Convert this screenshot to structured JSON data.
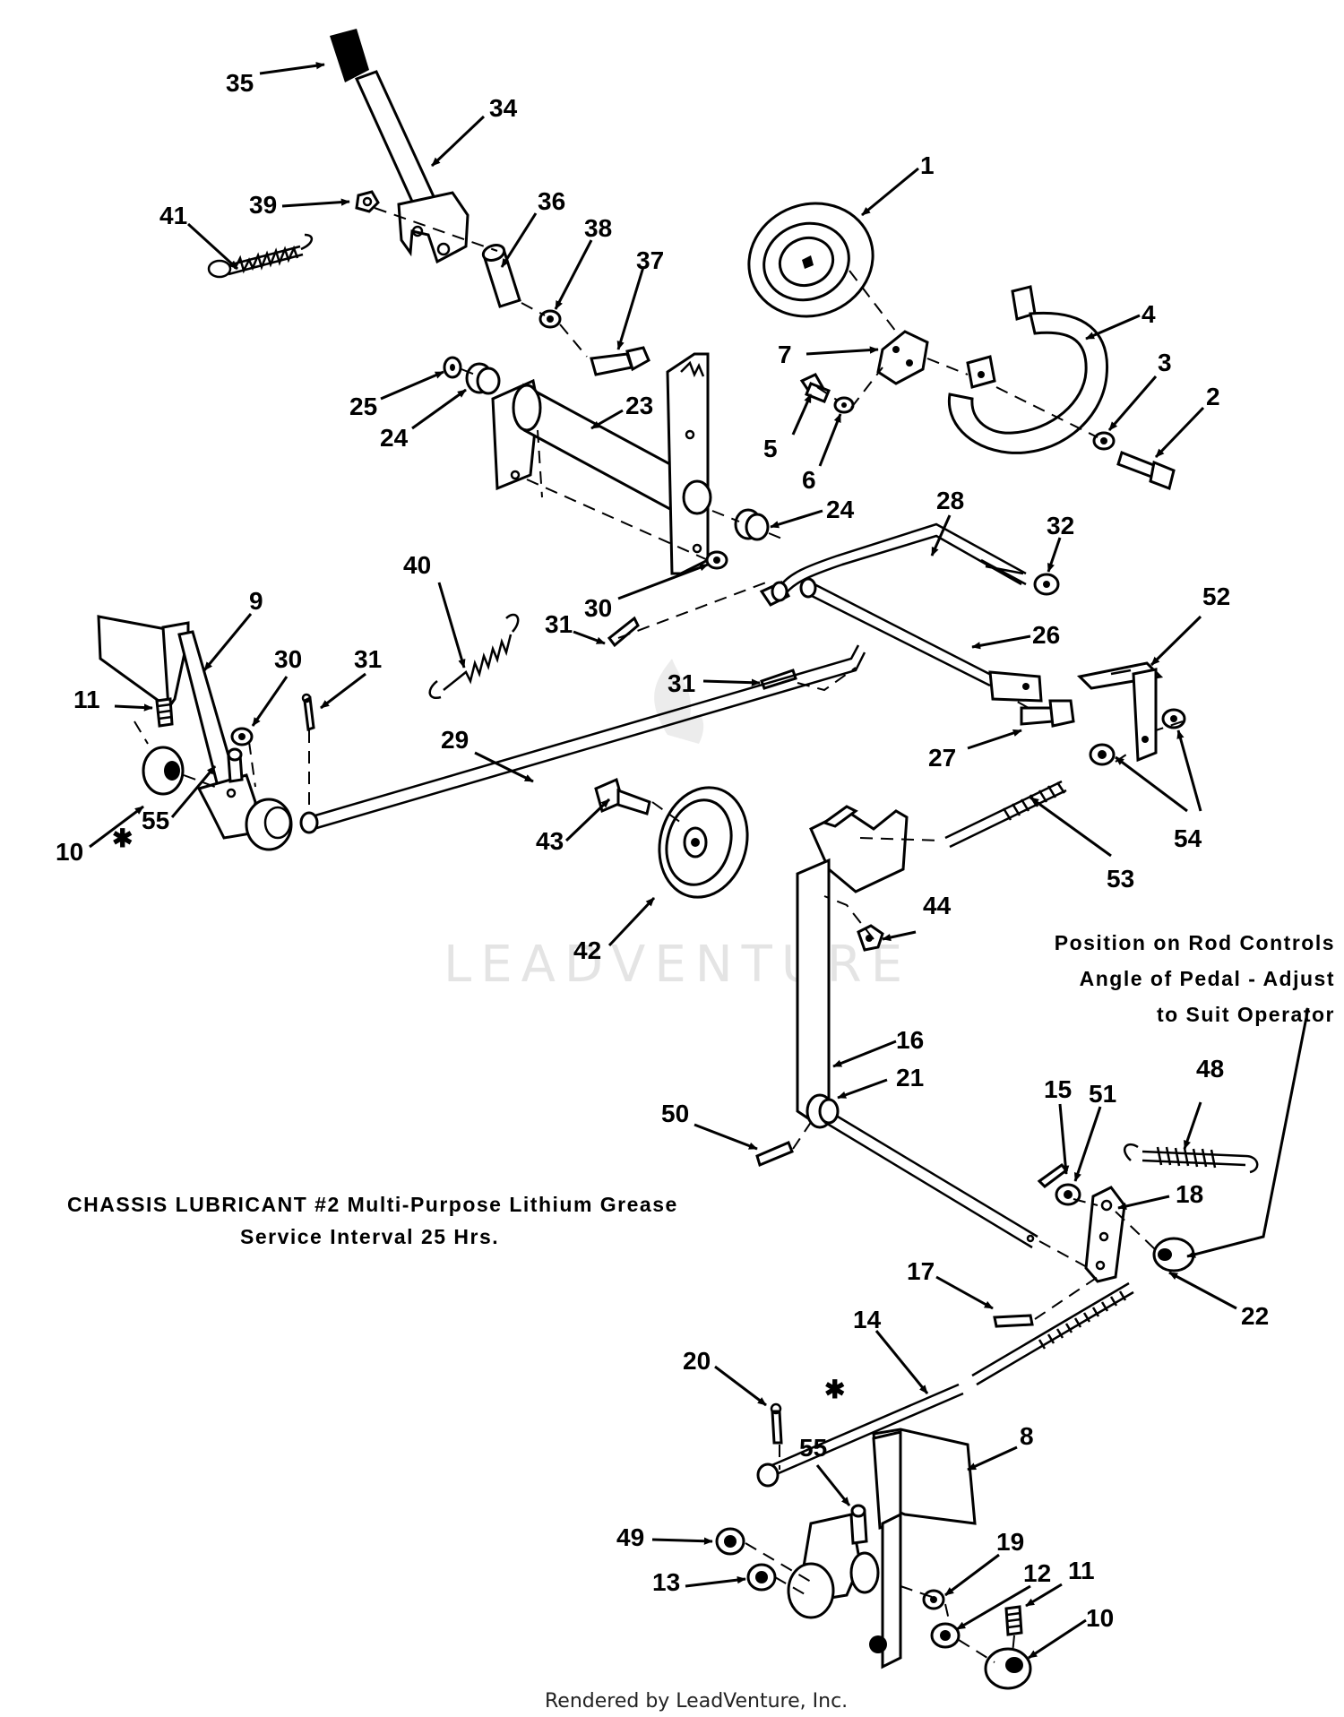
{
  "watermark": "LEADVENTURE",
  "footer": "Rendered by LeadVenture, Inc.",
  "note_position": [
    "Position on Rod Controls",
    "Angle of Pedal - Adjust",
    "to Suit Operator"
  ],
  "note_lubricant": [
    "CHASSIS LUBRICANT #2 Multi-Purpose Lithium Grease",
    "Service Interval 25 Hrs."
  ],
  "asterisk": "✱",
  "callouts": [
    {
      "id": "c35",
      "label": "35"
    },
    {
      "id": "c34",
      "label": "34"
    },
    {
      "id": "c39",
      "label": "39"
    },
    {
      "id": "c41",
      "label": "41"
    },
    {
      "id": "c36",
      "label": "36"
    },
    {
      "id": "c38",
      "label": "38"
    },
    {
      "id": "c37",
      "label": "37"
    },
    {
      "id": "c1",
      "label": "1"
    },
    {
      "id": "c4",
      "label": "4"
    },
    {
      "id": "c7",
      "label": "7"
    },
    {
      "id": "c3",
      "label": "3"
    },
    {
      "id": "c2",
      "label": "2"
    },
    {
      "id": "c25",
      "label": "25"
    },
    {
      "id": "c24a",
      "label": "24"
    },
    {
      "id": "c23",
      "label": "23"
    },
    {
      "id": "c5",
      "label": "5"
    },
    {
      "id": "c6",
      "label": "6"
    },
    {
      "id": "c24b",
      "label": "24"
    },
    {
      "id": "c28",
      "label": "28"
    },
    {
      "id": "c32",
      "label": "32"
    },
    {
      "id": "c40",
      "label": "40"
    },
    {
      "id": "c30a",
      "label": "30"
    },
    {
      "id": "c9",
      "label": "9"
    },
    {
      "id": "c31a",
      "label": "31"
    },
    {
      "id": "c31b",
      "label": "31"
    },
    {
      "id": "c26",
      "label": "26"
    },
    {
      "id": "c52",
      "label": "52"
    },
    {
      "id": "c30b",
      "label": "30"
    },
    {
      "id": "c31c",
      "label": "31"
    },
    {
      "id": "c11a",
      "label": "11"
    },
    {
      "id": "c29",
      "label": "29"
    },
    {
      "id": "c27",
      "label": "27"
    },
    {
      "id": "c54",
      "label": "54"
    },
    {
      "id": "c10a",
      "label": "10"
    },
    {
      "id": "c55a",
      "label": "55"
    },
    {
      "id": "c43",
      "label": "43"
    },
    {
      "id": "c53",
      "label": "53"
    },
    {
      "id": "c42",
      "label": "42"
    },
    {
      "id": "c44",
      "label": "44"
    },
    {
      "id": "c16",
      "label": "16"
    },
    {
      "id": "c21",
      "label": "21"
    },
    {
      "id": "c50",
      "label": "50"
    },
    {
      "id": "c15",
      "label": "15"
    },
    {
      "id": "c51",
      "label": "51"
    },
    {
      "id": "c48",
      "label": "48"
    },
    {
      "id": "c18",
      "label": "18"
    },
    {
      "id": "c17",
      "label": "17"
    },
    {
      "id": "c22",
      "label": "22"
    },
    {
      "id": "c14",
      "label": "14"
    },
    {
      "id": "c20",
      "label": "20"
    },
    {
      "id": "c55b",
      "label": "55"
    },
    {
      "id": "c8",
      "label": "8"
    },
    {
      "id": "c49",
      "label": "49"
    },
    {
      "id": "c13",
      "label": "13"
    },
    {
      "id": "c19",
      "label": "19"
    },
    {
      "id": "c12",
      "label": "12"
    },
    {
      "id": "c11b",
      "label": "11"
    },
    {
      "id": "c10b",
      "label": "10"
    }
  ]
}
